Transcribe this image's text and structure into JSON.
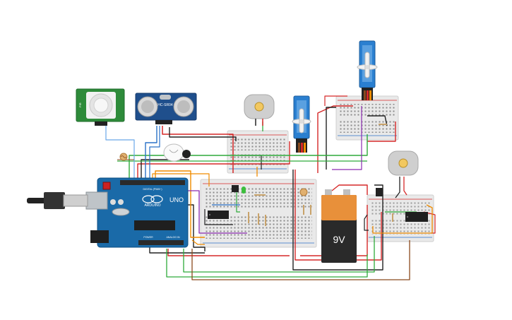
{
  "board": {
    "brand_text": "ARDUINO",
    "model_text": "UNO",
    "power_label": "POWER",
    "analog_label": "ANALOG IN",
    "digital_label": "DIGITAL (PWM~)"
  },
  "ultrasonic": {
    "label": "HC-SR04"
  },
  "pir": {
    "label": "PIR"
  },
  "battery": {
    "label": "9V"
  },
  "colors": {
    "board_blue": "#1a6aa8",
    "servo_blue": "#2a7fd0",
    "pir_green": "#2e8b3a",
    "breadboard": "#e9e9e9",
    "wire_red": "#d62828",
    "wire_black": "#222222",
    "wire_green": "#2eaa3a",
    "wire_orange": "#f08c00",
    "wire_blue": "#2b72c8",
    "wire_purple": "#8a2bb0",
    "wire_brown": "#8b4a1e"
  },
  "icons": [
    "usb-cable-icon",
    "servo-icon",
    "dc-motor-icon",
    "lightbulb-icon",
    "ic-chip-icon",
    "led-icon",
    "resistor-icon",
    "photoresistor-icon",
    "transistor-icon"
  ]
}
